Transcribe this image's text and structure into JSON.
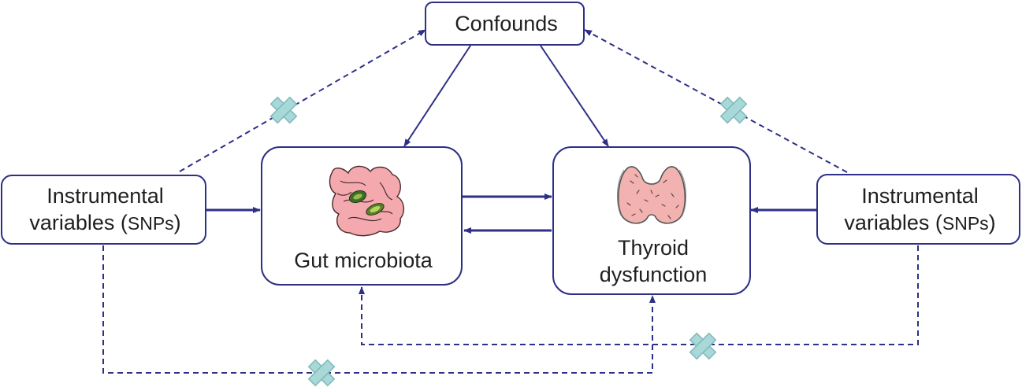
{
  "nodes": {
    "confounds": {
      "label": "Confounds"
    },
    "iv_left": {
      "line1": "Instrumental",
      "line2_main": "variables (",
      "line2_small": "SNPs",
      "line2_end": ")"
    },
    "iv_right": {
      "line1": "Instrumental",
      "line2_main": "variables (",
      "line2_small": "SNPs",
      "line2_end": ")"
    },
    "gut": {
      "label": "Gut microbiota",
      "icon": "intestine-icon"
    },
    "thyroid": {
      "line1": "Thyroid",
      "line2": "dysfunction",
      "icon": "thyroid-icon"
    }
  },
  "colors": {
    "line": "#2e2f86",
    "cross": "#a8d8d8",
    "cross_stroke": "#7fb9ba",
    "intestine": "#f4a9ae",
    "thyroid": "#f2b2b0"
  }
}
